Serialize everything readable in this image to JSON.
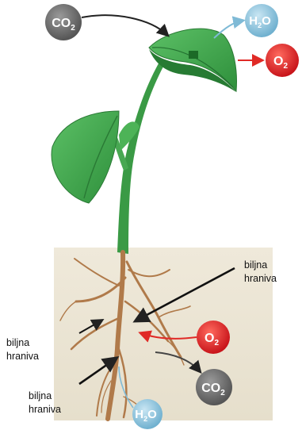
{
  "molecules": {
    "co2_top": {
      "base": "CO",
      "sub": "2",
      "color": "#6b6b6b"
    },
    "h2o_top": {
      "pre": "H",
      "sub": "2",
      "post": "O",
      "color": "#8ec5de"
    },
    "o2_top": {
      "base": "O",
      "sub": "2",
      "color": "#e02a26"
    },
    "o2_root": {
      "base": "O",
      "sub": "2",
      "color": "#e02a26"
    },
    "co2_root": {
      "base": "CO",
      "sub": "2",
      "color": "#6b6b6b"
    },
    "h2o_root": {
      "pre": "H",
      "sub": "2",
      "post": "O",
      "color": "#8ec5de"
    }
  },
  "labels": {
    "nutrients_right": [
      "biljna",
      "hraniva"
    ],
    "nutrients_left": [
      "biljna",
      "hraniva"
    ],
    "nutrients_bottom": [
      "biljna",
      "hraniva"
    ]
  },
  "colors": {
    "leaf": "#3fae4a",
    "leaf_dark": "#1f7a2e",
    "stem": "#3a9a45",
    "root": "#b07a4a",
    "soil": "#ece6d6"
  }
}
